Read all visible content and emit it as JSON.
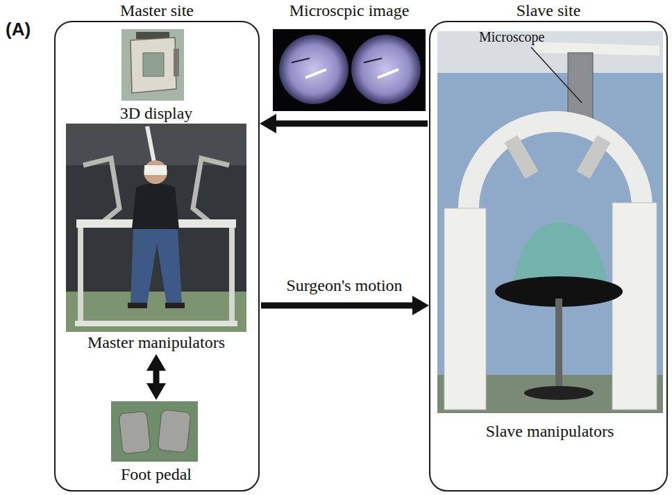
{
  "diagram": {
    "nodes": [
      {
        "text": [
          "Master site"
        ]
      },
      {
        "text": [
          "3D display"
        ],
        "in": 0
      },
      {
        "text": [
          "Master manipulators"
        ],
        "in": 0
      },
      {
        "text": [
          "Foot pedal"
        ],
        "in": 0
      },
      {
        "text": [
          "Microscpic image"
        ]
      },
      {
        "text": [
          "Slave site"
        ]
      },
      {
        "text": [
          "Slave manipulators"
        ],
        "in": 5
      }
    ],
    "edges": [
      {
        "from": 5,
        "to": 0,
        "arrow": "to"
      },
      {
        "from": 0,
        "to": 5,
        "arrow": "to",
        "label": "Surgeon's motion"
      },
      {
        "from": 2,
        "to": 3,
        "arrow": "both"
      }
    ],
    "labels": [
      "(A)",
      "Microscope"
    ]
  }
}
